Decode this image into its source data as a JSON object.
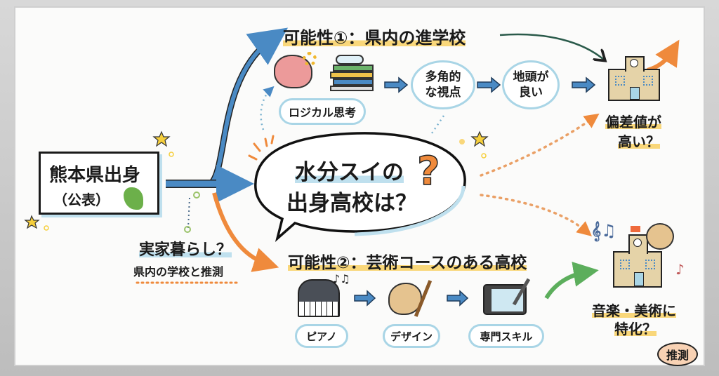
{
  "center": {
    "line1": "水分スイの",
    "line2": "出身高校は？"
  },
  "origin": {
    "line1": "熊本県出身",
    "line2": "（公表）"
  },
  "home": {
    "title": "実家暮らし？",
    "sub": "県内の学校と推測"
  },
  "possibility1": {
    "title": "可能性①：県内の進学校",
    "logic": "ロジカル思考",
    "steps": [
      "多角的\nな視点",
      "地頭が\n良い"
    ],
    "result": {
      "line1": "偏差値が",
      "line2": "高い？"
    }
  },
  "possibility2": {
    "title": "可能性②：芸術コースのある高校",
    "items": [
      "ピアノ",
      "デザイン",
      "専門スキル"
    ],
    "result": {
      "line1": "音楽・美術に",
      "line2": "特化？"
    }
  },
  "badge": "推測",
  "colors": {
    "blue": "#4a8ac4",
    "orange": "#ef8a3c",
    "yellow": "#f9d77a",
    "lightblue": "#a9d5e6",
    "green": "#5cae5c"
  }
}
